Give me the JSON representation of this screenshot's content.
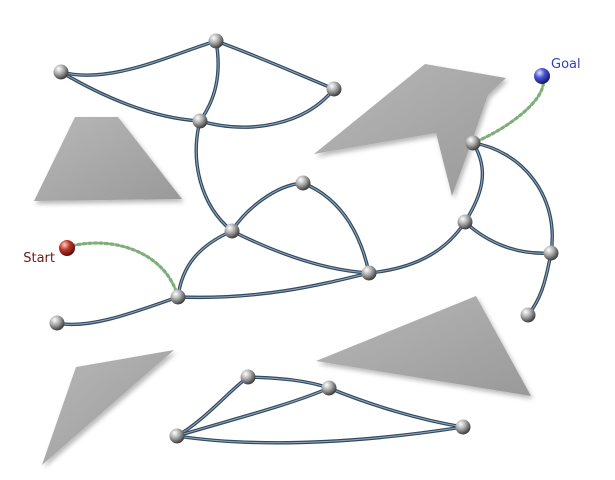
{
  "labels": {
    "start": "Start",
    "goal": "Goal"
  },
  "colors": {
    "edge": "#2f4a63",
    "edge_highlight": "#cfd8e0",
    "obstacle": "#a5a5a5",
    "obstacle_shadow": "#d9d9d9",
    "connector": "#7fae7b",
    "start_fill": "#c0392b",
    "start_text": "#6b1c17",
    "goal_fill": "#4a57d6",
    "goal_text": "#3140b8",
    "node": "#9a9a9a"
  },
  "icons": {
    "start": "red-sphere",
    "goal": "blue-sphere",
    "node": "gray-sphere"
  }
}
